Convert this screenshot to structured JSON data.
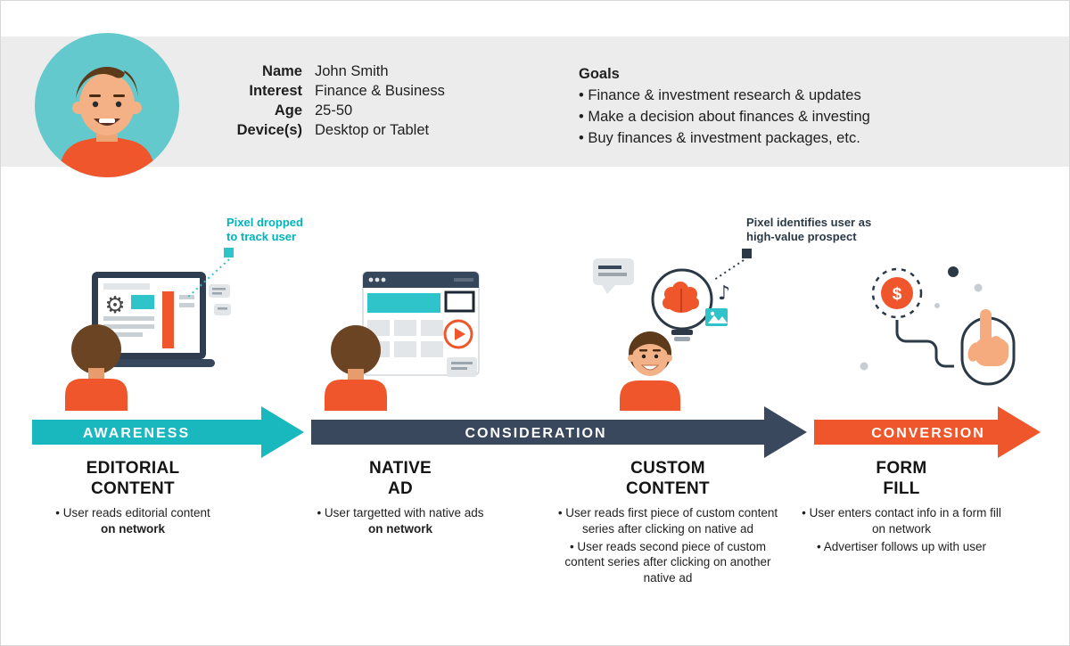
{
  "persona": {
    "fields": [
      {
        "label": "Name",
        "value": "John Smith"
      },
      {
        "label": "Interest",
        "value": "Finance & Business"
      },
      {
        "label": "Age",
        "value": "25-50"
      },
      {
        "label": "Device(s)",
        "value": "Desktop or Tablet"
      }
    ],
    "goals_title": "Goals",
    "goals": [
      "• Finance & investment research & updates",
      "• Make a decision about finances & investing",
      "• Buy finances & investment packages, etc."
    ]
  },
  "annotations": {
    "pixel_drop": "Pixel dropped\nto track user",
    "pixel_identify": "Pixel identifies user as\nhigh-value prospect"
  },
  "stages": [
    {
      "label": "AWARENESS",
      "color": "#19b8be"
    },
    {
      "label": "CONSIDERATION",
      "color": "#39485c"
    },
    {
      "label": "CONVERSION",
      "color": "#f0562b"
    }
  ],
  "columns": [
    {
      "title_line1": "EDITORIAL",
      "title_line2": "CONTENT",
      "bullets": [
        {
          "text": "• User reads editorial content",
          "bold": "on network"
        }
      ]
    },
    {
      "title_line1": "NATIVE",
      "title_line2": "AD",
      "bullets": [
        {
          "text": "• User targetted with native ads",
          "bold": "on network"
        }
      ]
    },
    {
      "title_line1": "CUSTOM",
      "title_line2": "CONTENT",
      "bullets": [
        {
          "text": "• User reads first piece of custom content series after clicking on native ad",
          "bold": ""
        },
        {
          "text": "• User reads second piece of custom content series after clicking on another native ad",
          "bold": ""
        }
      ]
    },
    {
      "title_line1": "FORM",
      "title_line2": "FILL",
      "bullets": [
        {
          "text": "• User enters contact info in a form fill on network",
          "bold": ""
        },
        {
          "text": "• Advertiser follows up with user",
          "bold": ""
        }
      ]
    }
  ],
  "icons": {
    "gear": "⚙",
    "music_note": "♪",
    "dollar": "$"
  },
  "colors": {
    "teal": "#19b8be",
    "slate": "#39485c",
    "orange": "#f0562b",
    "band_gray": "#ececec"
  }
}
